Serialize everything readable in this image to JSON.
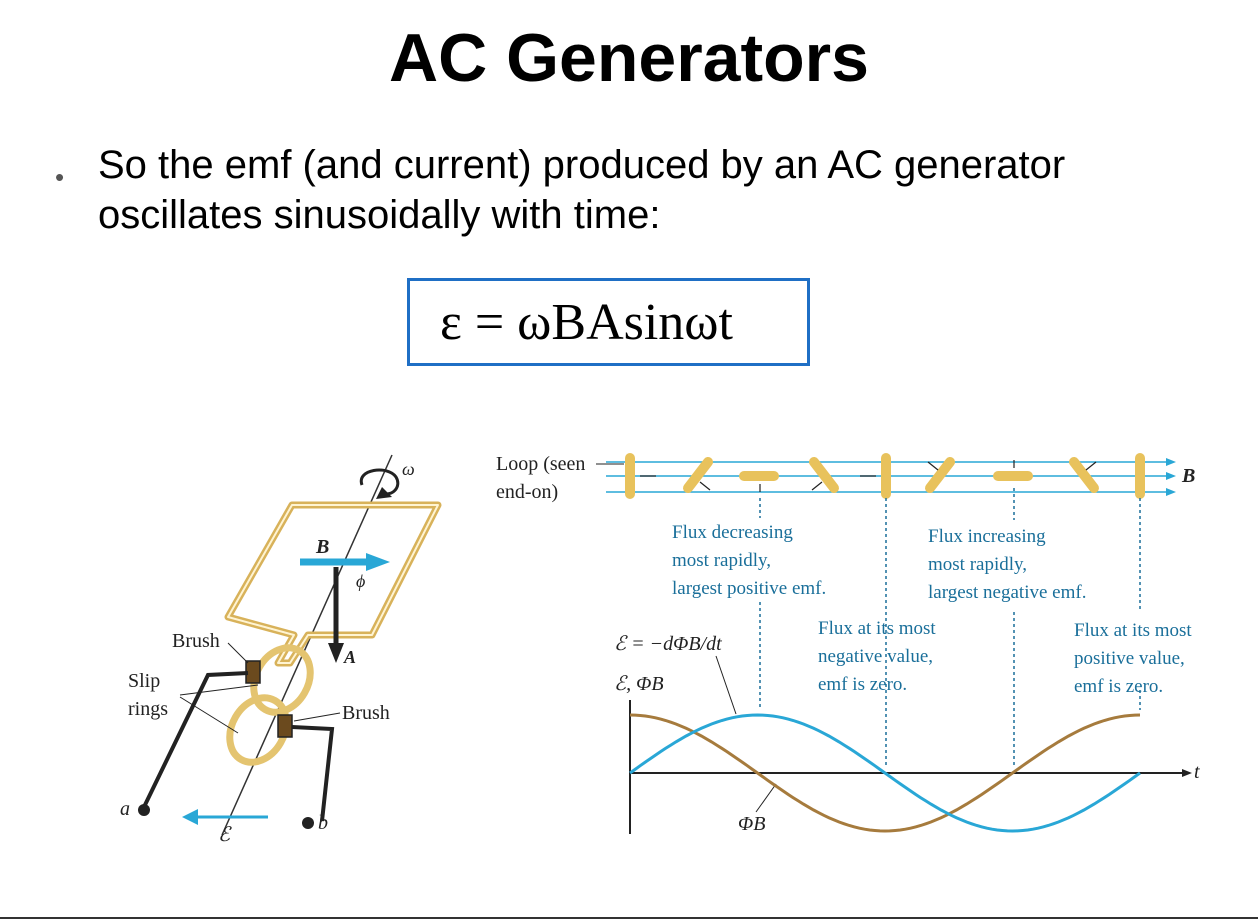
{
  "slide": {
    "title": "AC Generators",
    "bullet_line1": "So the emf (and current) produced by an AC generator",
    "bullet_line2": "oscillates sinusoidally with time:",
    "formula": "ε = ωBAsinωt"
  },
  "generator_figure": {
    "label_omega": "ω",
    "label_B": "B",
    "label_phi": "ϕ",
    "label_A": "A",
    "label_brush_top": "Brush",
    "label_slip": "Slip",
    "label_rings": "rings",
    "label_brush_bottom": "Brush",
    "label_a": "a",
    "label_b": "b",
    "label_emf": "ℰ"
  },
  "waveform_figure": {
    "loop_label_1": "Loop (seen",
    "loop_label_2": "end-on)",
    "B_label": "B",
    "ann1": [
      "Flux decreasing",
      "most rapidly,",
      "largest positive emf."
    ],
    "ann2": [
      "Flux increasing",
      "most rapidly,",
      "largest negative emf."
    ],
    "ann3": [
      "Flux at its most",
      "negative value,",
      "emf is zero."
    ],
    "ann4": [
      "Flux at its most",
      "positive value,",
      "emf is zero."
    ],
    "eq_label": "ℰ = −dΦB/dt",
    "y_label": "ℰ, ΦB",
    "phi_label": "ΦB",
    "t_label": "t",
    "colors": {
      "emf": "#29a7d6",
      "flux": "#a67b3d",
      "annotation": "#1a6f9a",
      "loop": "#e8c25c"
    }
  }
}
